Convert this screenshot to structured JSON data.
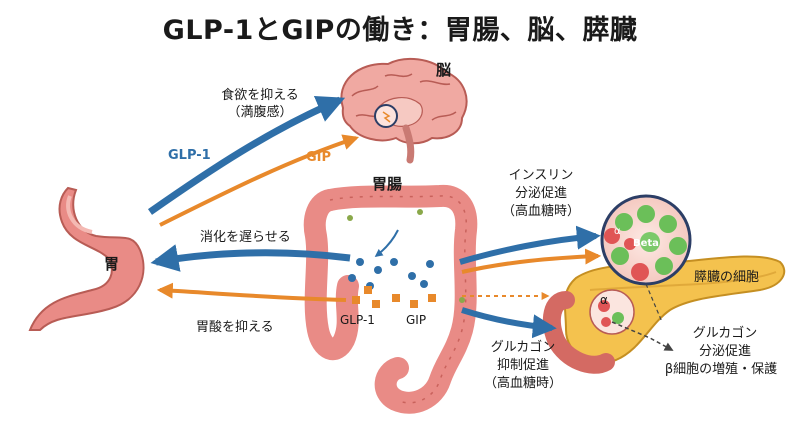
{
  "title": "GLP-1とGIPの働き：胃腸、脳、膵臓",
  "organs": {
    "brain": "脳",
    "stomach": "胃",
    "intestine": "胃腸",
    "pancreas_cells": "膵臓の細胞"
  },
  "brain_effect": {
    "line1": "食欲を抑える",
    "line2": "（満腹感）"
  },
  "hormones": {
    "glp1": "GLP-1",
    "gip": "GIP"
  },
  "stomach_effects": {
    "slow_digestion": "消化を遅らせる",
    "suppress_acid": "胃酸を抑える"
  },
  "insulin": {
    "line1": "インスリン",
    "line2": "分泌促進",
    "line3": "（高血糖時）"
  },
  "glucagon_suppress": {
    "line1": "グルカゴン",
    "line2": "抑制促進",
    "line3": "（高血糖時）"
  },
  "glucagon_secrete": {
    "line1": "グルカゴン",
    "line2": "分泌促進",
    "line3": "β細胞の増殖・保護"
  },
  "cell_labels": {
    "beta": "Beta",
    "alpha_small": "α",
    "alpha": "α"
  },
  "colors": {
    "glp1": "#2f6fa8",
    "gip": "#e8892b",
    "organ_pink": "#e98b86",
    "pancreas_yellow": "#f4c24e"
  }
}
